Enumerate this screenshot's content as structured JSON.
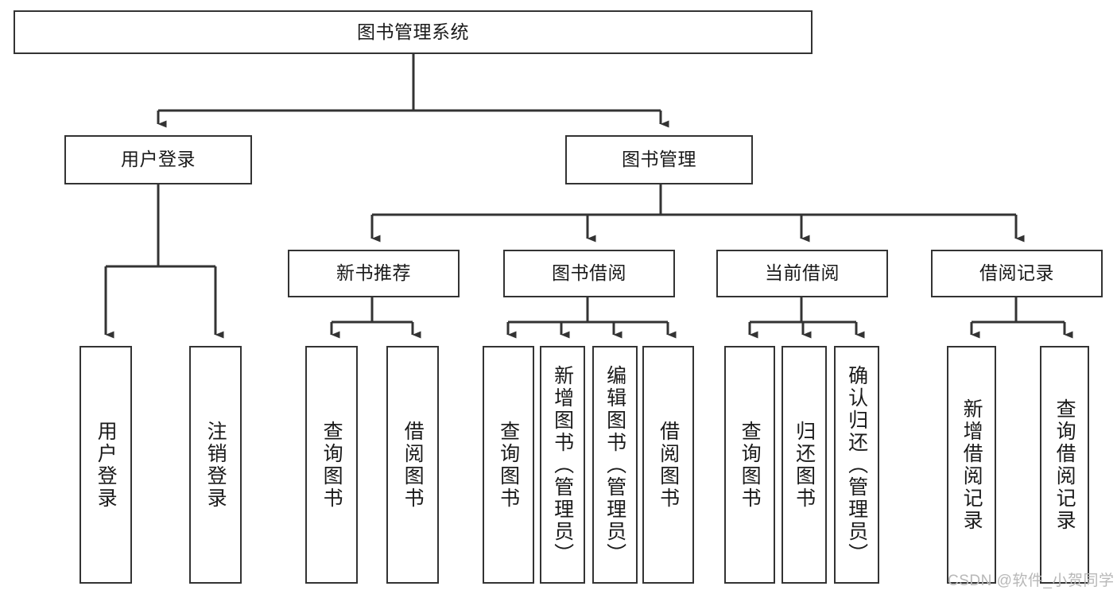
{
  "diagram": {
    "title": "图书管理系统",
    "type": "function-structure-tree",
    "watermark": "CSDN @软件_小贺同学",
    "colors": {
      "stroke": "#333333",
      "fill": "#ffffff",
      "text": "#1a1a1a",
      "watermark": "#b8b8b8"
    },
    "levels": {
      "root": {
        "label": "图书管理系统"
      },
      "level2": [
        {
          "id": "user-login",
          "label": "用户登录"
        },
        {
          "id": "book-management",
          "label": "图书管理"
        }
      ],
      "level3": [
        {
          "id": "new-book-recommend",
          "label": "新书推荐"
        },
        {
          "id": "book-borrow",
          "label": "图书借阅"
        },
        {
          "id": "current-borrow",
          "label": "当前借阅"
        },
        {
          "id": "borrow-record",
          "label": "借阅记录"
        }
      ],
      "leaves": {
        "user-login": [
          {
            "id": "leaf-user-login",
            "label": "用户登录"
          },
          {
            "id": "leaf-logout-login",
            "label": "注销登录"
          }
        ],
        "new-book-recommend": [
          {
            "id": "leaf-query-book-1",
            "label": "查询图书"
          },
          {
            "id": "leaf-borrow-book-1",
            "label": "借阅图书"
          }
        ],
        "book-borrow": [
          {
            "id": "leaf-query-book-2",
            "label": "查询图书"
          },
          {
            "id": "leaf-add-book-admin",
            "label": "新增图书（管理员）"
          },
          {
            "id": "leaf-edit-book-admin",
            "label": "编辑图书（管理员）"
          },
          {
            "id": "leaf-borrow-book-2",
            "label": "借阅图书"
          }
        ],
        "current-borrow": [
          {
            "id": "leaf-query-book-3",
            "label": "查询图书"
          },
          {
            "id": "leaf-return-book",
            "label": "归还图书"
          },
          {
            "id": "leaf-confirm-return-admin",
            "label": "确认归还（管理员）"
          }
        ],
        "borrow-record": [
          {
            "id": "leaf-add-borrow-record",
            "label": "新增借阅记录"
          },
          {
            "id": "leaf-query-borrow-record",
            "label": "查询借阅记录"
          }
        ]
      }
    }
  }
}
